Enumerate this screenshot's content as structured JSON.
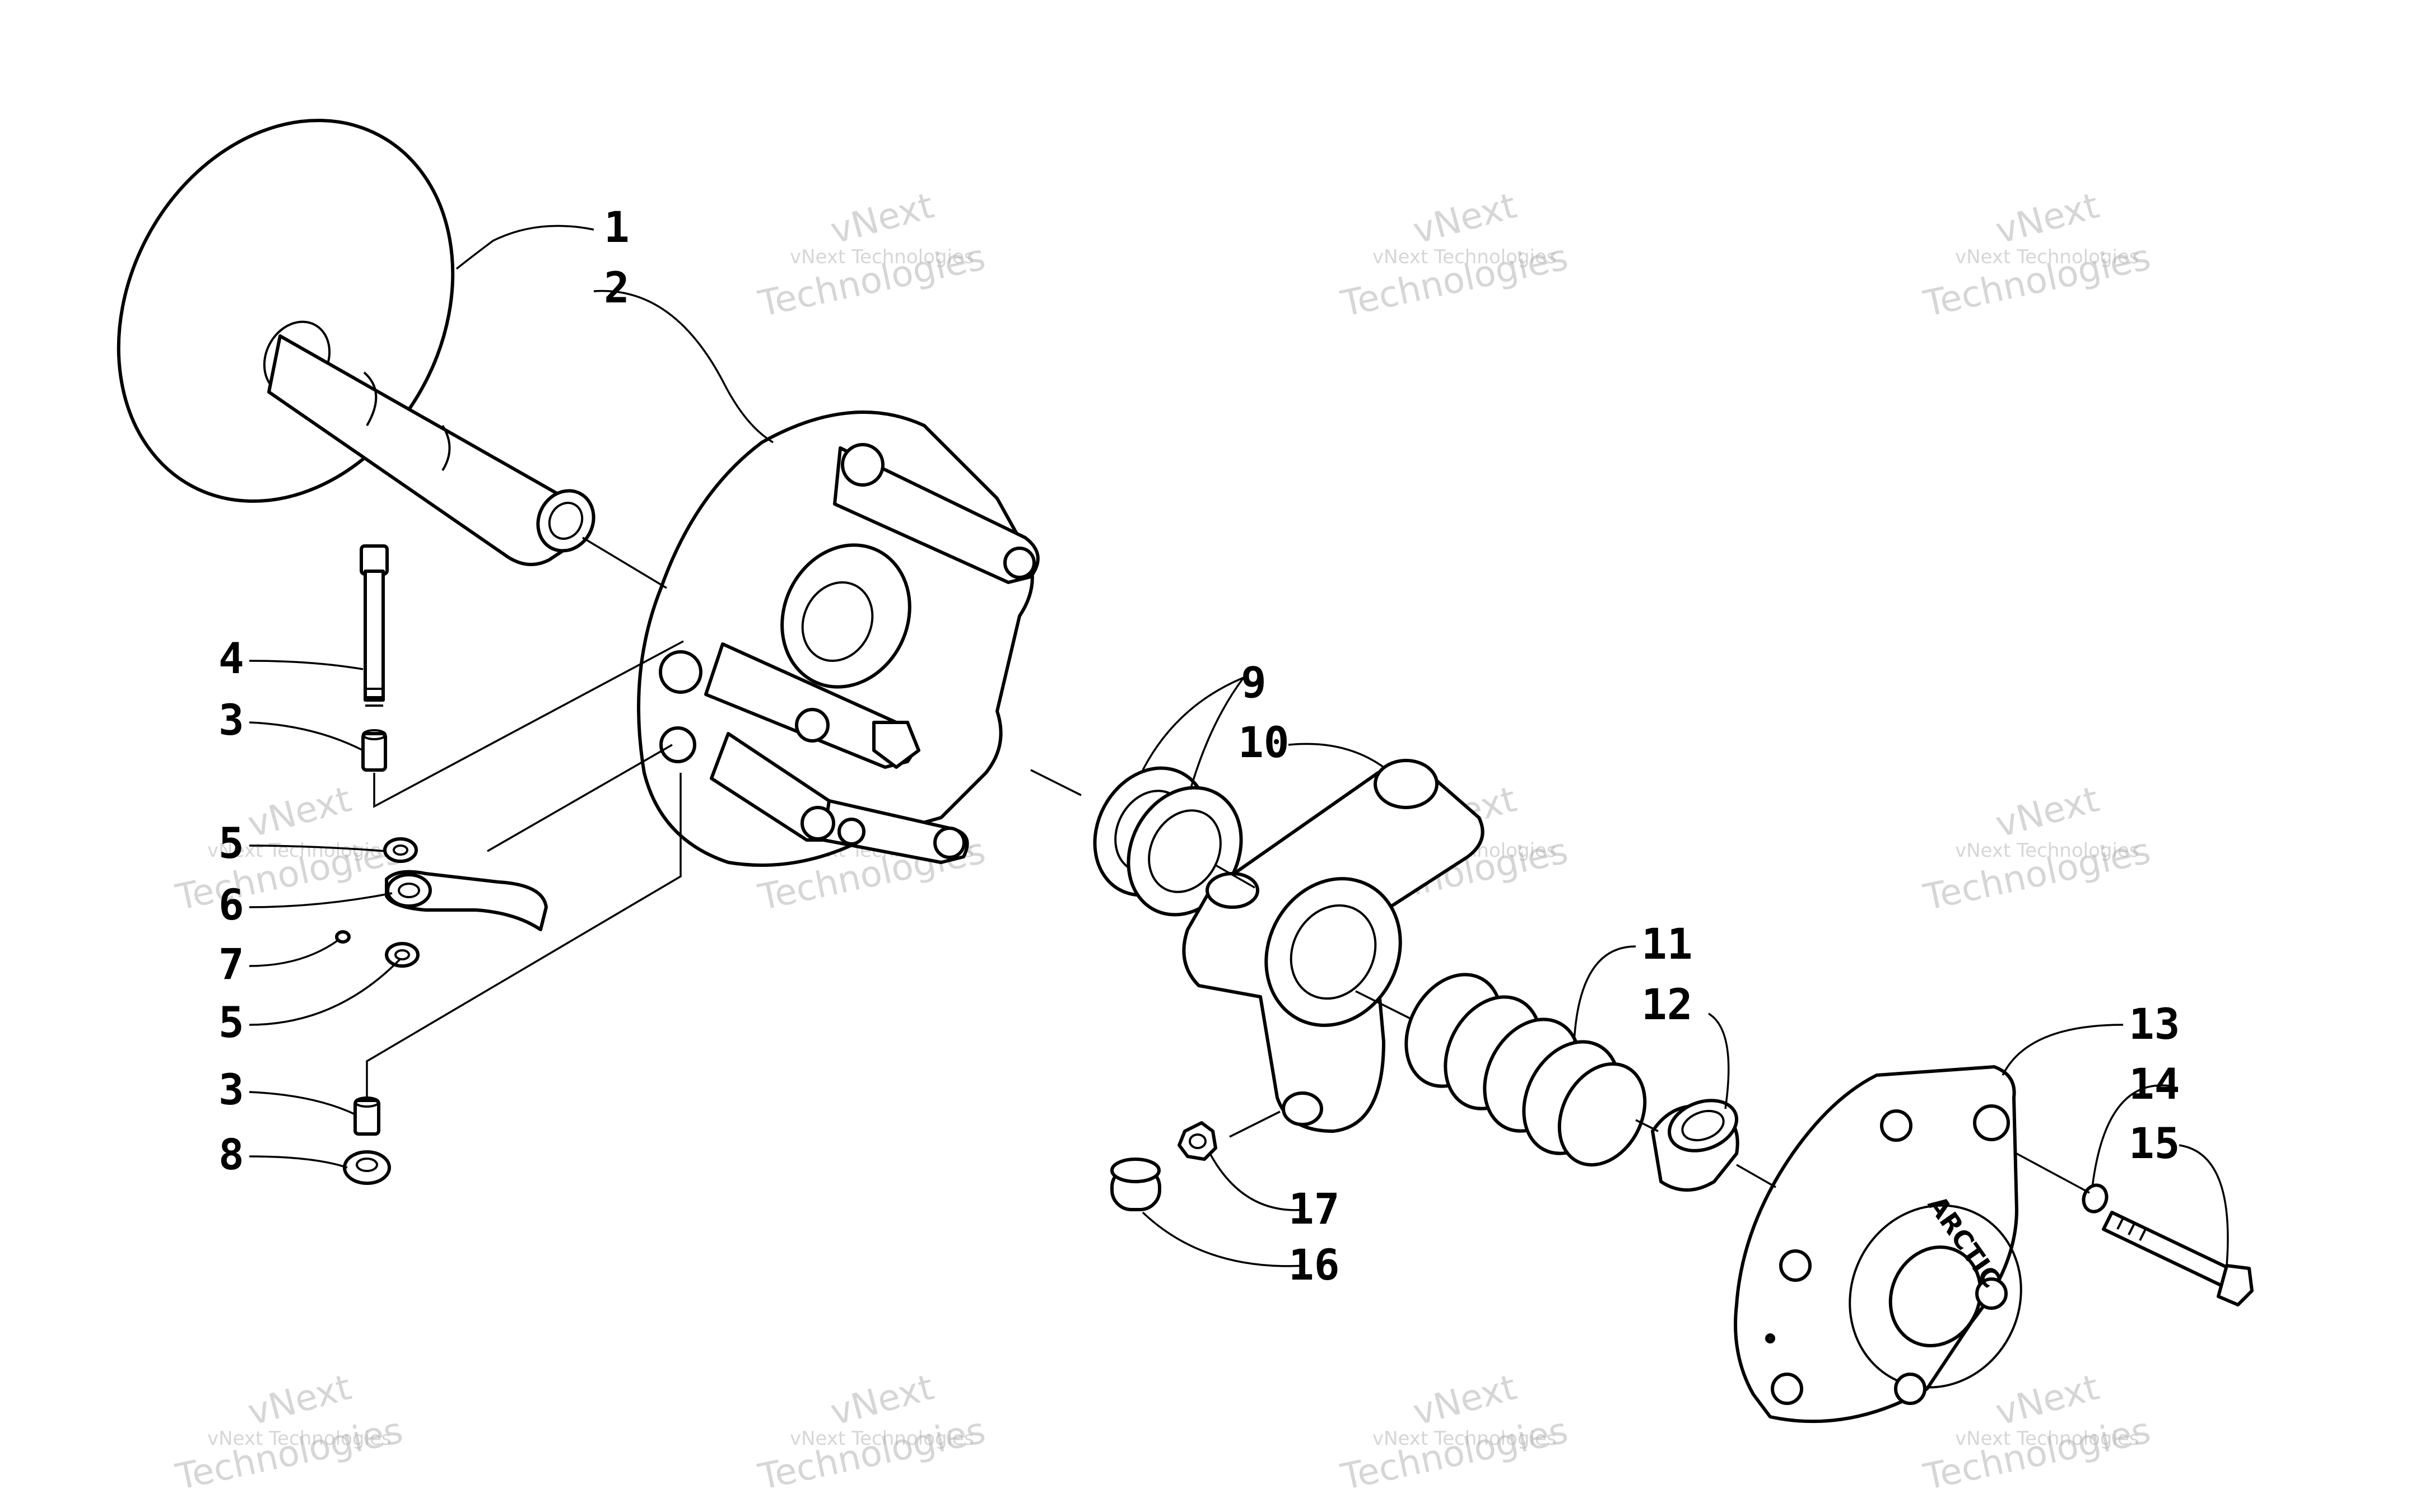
{
  "callouts": [
    {
      "id": "1",
      "label": "1"
    },
    {
      "id": "2",
      "label": "2"
    },
    {
      "id": "3a",
      "label": "3"
    },
    {
      "id": "3b",
      "label": "3"
    },
    {
      "id": "4",
      "label": "4"
    },
    {
      "id": "5a",
      "label": "5"
    },
    {
      "id": "5b",
      "label": "5"
    },
    {
      "id": "6",
      "label": "6"
    },
    {
      "id": "7",
      "label": "7"
    },
    {
      "id": "8",
      "label": "8"
    },
    {
      "id": "9",
      "label": "9"
    },
    {
      "id": "10",
      "label": "10"
    },
    {
      "id": "11",
      "label": "11"
    },
    {
      "id": "12",
      "label": "12"
    },
    {
      "id": "13",
      "label": "13"
    },
    {
      "id": "14",
      "label": "14"
    },
    {
      "id": "15",
      "label": "15"
    },
    {
      "id": "16",
      "label": "16"
    },
    {
      "id": "17",
      "label": "17"
    }
  ],
  "watermark": {
    "line1": "vNext Technologies",
    "line2": "vNext",
    "line3": "Technologies"
  },
  "stamp_text": "ARCTIC"
}
